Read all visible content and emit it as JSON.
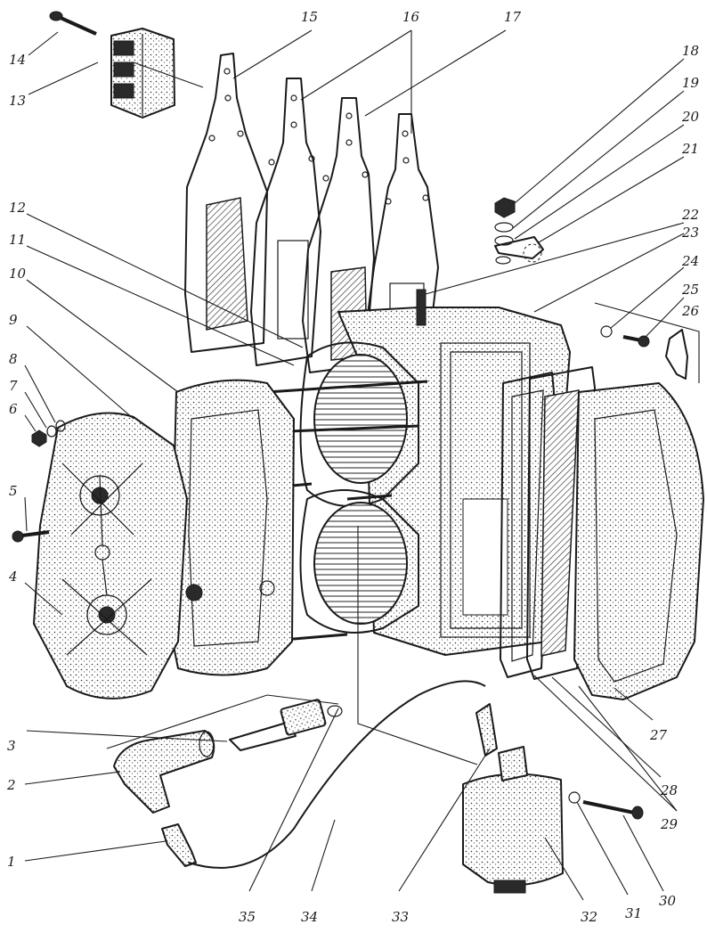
{
  "diagram": {
    "callouts": [
      "1",
      "2",
      "3",
      "4",
      "5",
      "6",
      "7",
      "8",
      "9",
      "10",
      "11",
      "12",
      "13",
      "14",
      "15",
      "16",
      "17",
      "18",
      "19",
      "20",
      "21",
      "22",
      "23",
      "24",
      "25",
      "26",
      "27",
      "28",
      "29",
      "30",
      "31",
      "32",
      "33",
      "34",
      "35"
    ]
  },
  "colors": {
    "ink": "#1a1a1a",
    "paper": "#ffffff"
  }
}
